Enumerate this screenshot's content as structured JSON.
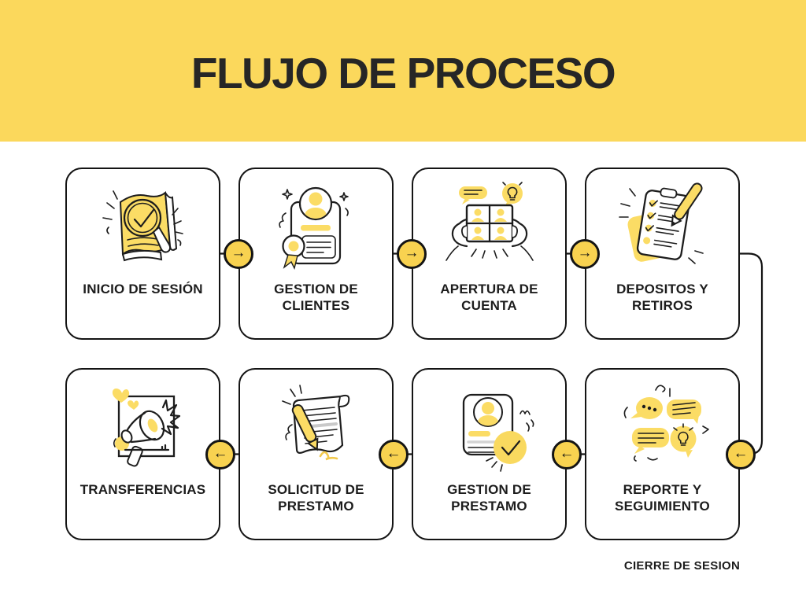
{
  "header": {
    "title": "FLUJO DE PROCESO"
  },
  "flow": {
    "steps": [
      {
        "label": "INICIO DE SESIÓN",
        "icon": "login-search-check"
      },
      {
        "label": "GESTION DE CLIENTES",
        "icon": "client-id-card-badge"
      },
      {
        "label": "APERTURA DE CUENTA",
        "icon": "hands-holding-account-grid"
      },
      {
        "label": "DEPOSITOS Y RETIROS",
        "icon": "checklist-clipboard-pencil"
      },
      {
        "label": "TRANSFERENCIAS",
        "icon": "megaphone-announcement"
      },
      {
        "label": "SOLICITUD DE PRESTAMO",
        "icon": "document-signing-pen"
      },
      {
        "label": "GESTION DE PRESTAMO",
        "icon": "profile-approved-check"
      },
      {
        "label": "REPORTE Y SEGUIMIENTO",
        "icon": "chat-bubbles-idea"
      }
    ],
    "end_label": "CIERRE DE SESION",
    "direction_row1": "left-to-right",
    "direction_row2": "right-to-left"
  },
  "icons": {
    "arrow_right": "→",
    "arrow_left": "←"
  },
  "colors": {
    "header_yellow": "#FBD85C",
    "icon_yellow": "#FBDC65",
    "connector_node_yellow": "#F8D250",
    "ink": "#141414",
    "background": "#FFFFFF"
  }
}
